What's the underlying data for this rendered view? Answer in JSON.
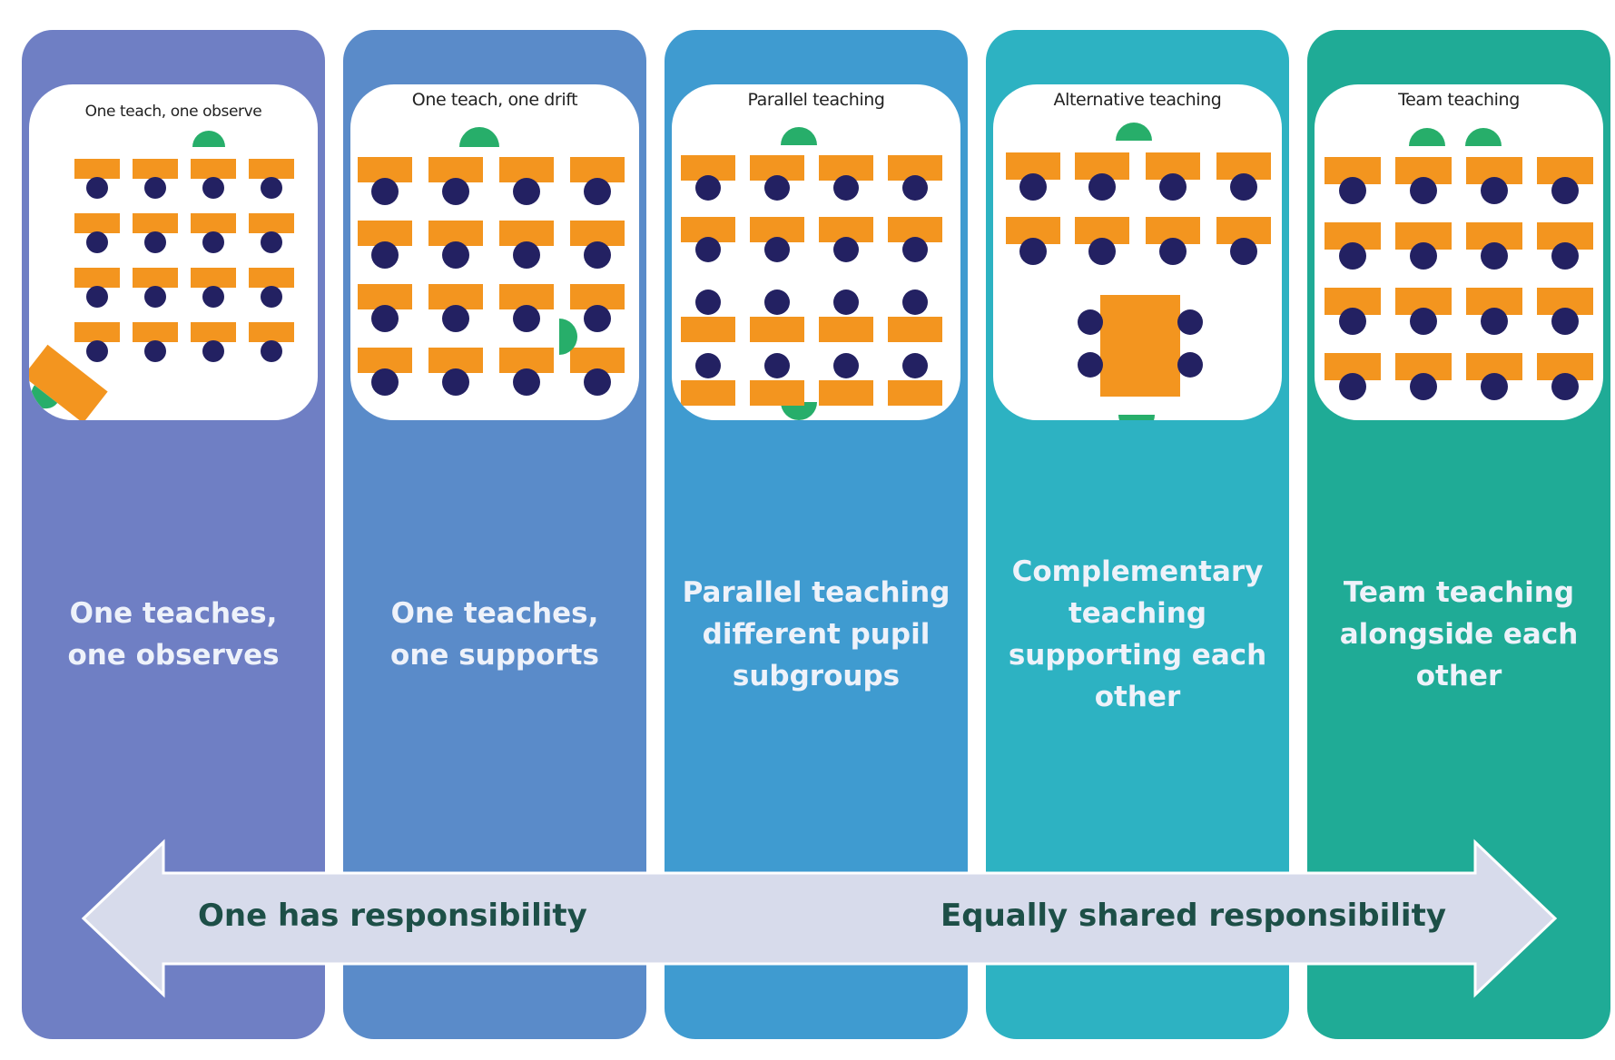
{
  "colors": {
    "column_1": "#6f7fc4",
    "column_2": "#5a8bc9",
    "column_3": "#3f9bd0",
    "column_4": "#2db2c2",
    "column_5": "#1fab96",
    "desk": "#f3951f",
    "pupil": "#232162",
    "teacher": "#27ae6a",
    "arrow_fill": "#d7dbeb",
    "arrow_text": "#1d4f47"
  },
  "models": [
    {
      "panel_title": "One teach, one observe",
      "description": [
        "One teaches,",
        "one observes"
      ]
    },
    {
      "panel_title": "One teach, one drift",
      "description": [
        "One teaches,",
        "one supports"
      ]
    },
    {
      "panel_title": "Parallel teaching",
      "description": [
        "Parallel teaching",
        "different pupil",
        "subgroups"
      ]
    },
    {
      "panel_title": "Alternative teaching",
      "description": [
        "Complementary",
        "teaching",
        "supporting each",
        "other"
      ]
    },
    {
      "panel_title": "Team teaching",
      "description": [
        "Team teaching",
        "alongside each",
        "other"
      ]
    }
  ],
  "arrow": {
    "left_label": "One has responsibility",
    "right_label": "Equally shared responsibility"
  }
}
